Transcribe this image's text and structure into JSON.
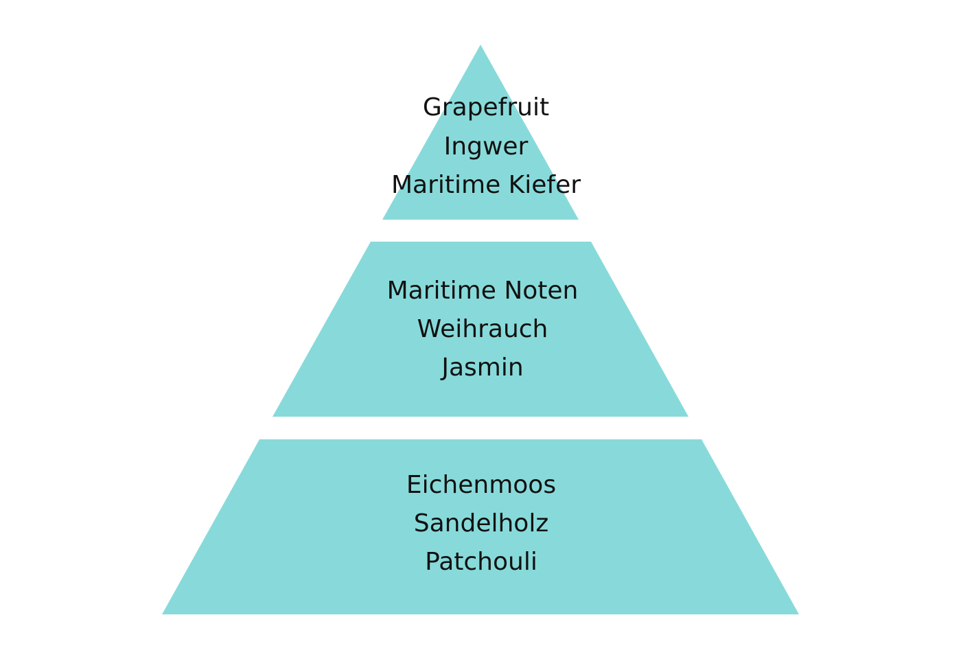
{
  "colors": {
    "background": "#ffffff",
    "tier_fill": "#88dada",
    "text": "#111111"
  },
  "pyramid": {
    "tiers": [
      {
        "name": "top",
        "lines": [
          "Grapefruit",
          "Ingwer",
          "Maritime Kiefer"
        ]
      },
      {
        "name": "middle",
        "lines": [
          "Maritime Noten",
          "Weihrauch",
          "Jasmin"
        ]
      },
      {
        "name": "base",
        "lines": [
          "Eichenmoos",
          "Sandelholz",
          "Patchouli"
        ]
      }
    ]
  }
}
